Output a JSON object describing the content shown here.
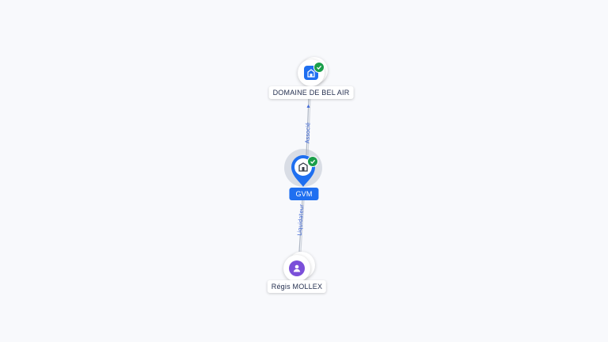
{
  "nodes": {
    "top": {
      "label": "DOMAINE DE BEL AIR",
      "icon": "company-building-icon",
      "verified": true,
      "color": "#1f6ff0"
    },
    "center": {
      "label": "GVM",
      "icon": "company-building-icon",
      "verified": true,
      "selected": true,
      "color": "#1f6ff0"
    },
    "bottom": {
      "label": "Régis MOLLEX",
      "icon": "person-icon",
      "color": "#7b4fd9"
    }
  },
  "edges": {
    "top_center": {
      "label": "Associé"
    },
    "center_bottom": {
      "label": "Liquidateur"
    }
  },
  "colors": {
    "background": "#f8f9fc",
    "edge": "#b9c0cc",
    "edge_label": "#3f68d8",
    "verified_badge": "#1a9e4a",
    "selected_label_bg": "#1f6ff0"
  }
}
